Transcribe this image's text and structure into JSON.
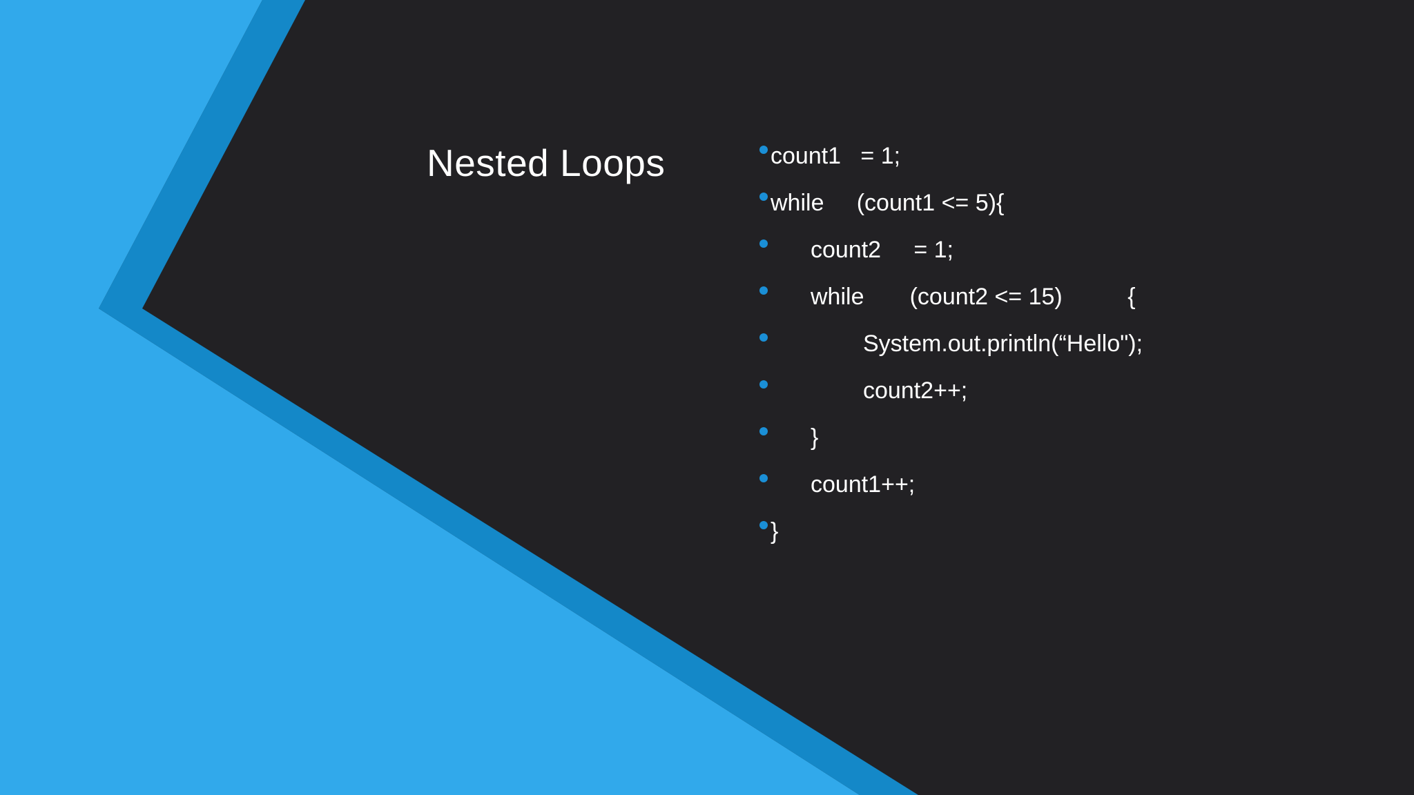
{
  "colors": {
    "background": "#222124",
    "light_blue": "#31a9eb",
    "dark_blue": "#1488c8",
    "bullet": "#1a8fd6",
    "text": "#ffffff"
  },
  "slide": {
    "title": "Nested Loops",
    "bullet_icon": "dot-bullet",
    "code_lines": [
      {
        "text": "count1   = 1;",
        "indent": 0
      },
      {
        "text": "while     (count1 <= 5){",
        "indent": 0
      },
      {
        "text": "count2     = 1;",
        "indent": 1
      },
      {
        "text": "while       (count2 <= 15)          {",
        "indent": 1
      },
      {
        "text": "System.out.println(“Hello\");",
        "indent": 2
      },
      {
        "text": "count2++;",
        "indent": 2
      },
      {
        "text": "}",
        "indent": 1
      },
      {
        "text": "count1++;",
        "indent": 1
      },
      {
        "text": "}",
        "indent": 0
      }
    ]
  }
}
